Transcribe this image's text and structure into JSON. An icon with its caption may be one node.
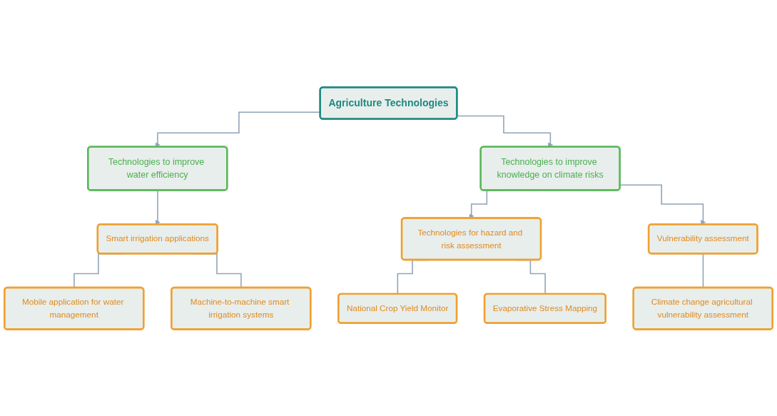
{
  "diagram": {
    "nodes": [
      {
        "text": [
          "Agriculture Technologies"
        ]
      },
      {
        "text": [
          "Technologies to improve water efficiency"
        ]
      },
      {
        "text": [
          "Technologies to improve knowledge on climate risks"
        ]
      },
      {
        "text": [
          "Smart irrigation applications"
        ]
      },
      {
        "text": [
          "Mobile application for water management"
        ]
      },
      {
        "text": [
          "Machine-to-machine smart irrigation systems"
        ]
      },
      {
        "text": [
          "Technologies for hazard and risk assessment"
        ]
      },
      {
        "text": [
          "National Crop Yield Monitor"
        ]
      },
      {
        "text": [
          "Evaporative Stress Mapping"
        ]
      },
      {
        "text": [
          "Vulnerability assessment"
        ]
      },
      {
        "text": [
          "Climate change agricultural vulnerability assessment"
        ]
      }
    ],
    "edges": [
      {
        "from": 0,
        "to": 1,
        "arrow": "to"
      },
      {
        "from": 0,
        "to": 2,
        "arrow": "to"
      },
      {
        "from": 1,
        "to": 3,
        "arrow": "to"
      },
      {
        "from": 2,
        "to": 6,
        "arrow": "to"
      },
      {
        "from": 2,
        "to": 9,
        "arrow": "to"
      },
      {
        "from": 3,
        "to": 4,
        "arrow": "none"
      },
      {
        "from": 3,
        "to": 5,
        "arrow": "none"
      },
      {
        "from": 6,
        "to": 7,
        "arrow": "none"
      },
      {
        "from": 6,
        "to": 8,
        "arrow": "none"
      },
      {
        "from": 9,
        "to": 10,
        "arrow": "none"
      }
    ]
  }
}
